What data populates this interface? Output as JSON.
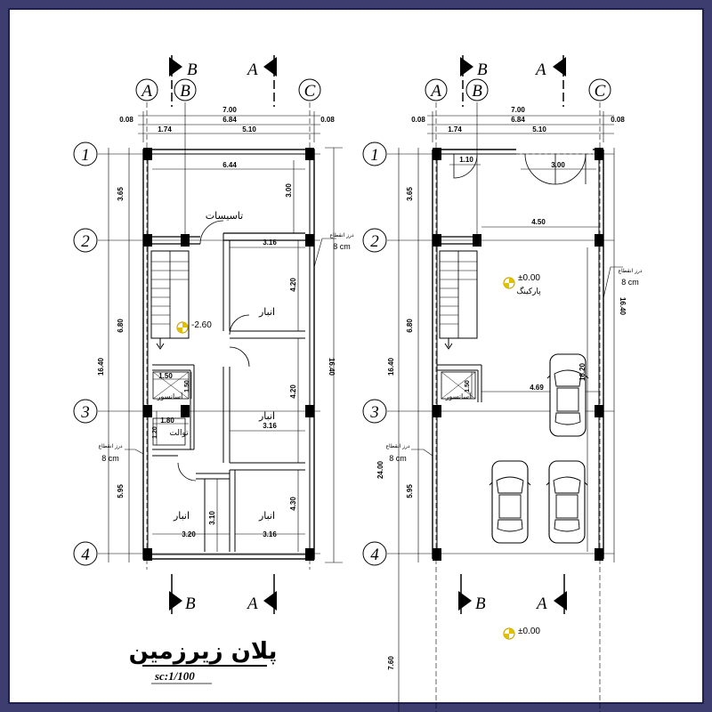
{
  "colors": {
    "border": "#3d3d70",
    "sheet": "#ffffff",
    "line": "#000000"
  },
  "grid_cols": [
    "A",
    "B",
    "C"
  ],
  "grid_rows": [
    "1",
    "2",
    "3",
    "4"
  ],
  "section_marks": {
    "a": "A",
    "b": "B"
  },
  "dims": {
    "overall_width": "7.00",
    "inner_width": "6.84",
    "wall_left": "0.08",
    "wall_right": "0.08",
    "span_ab": "1.74",
    "span_bc": "5.10",
    "row_12": "3.65",
    "row_23": "6.80",
    "row_34": "5.95",
    "total_depth": "16.40",
    "total_site": "24.00",
    "front_yard": "7.60"
  },
  "left_plan": {
    "dim_top_room": "6.44",
    "dim_3_00": "3.00",
    "dim_3_16_a": "3.16",
    "dim_4_20_a": "4.20",
    "dim_4_20_b": "4.20",
    "dim_3_16_b": "3.16",
    "dim_4_30": "4.30",
    "dim_3_10": "3.10",
    "dim_3_20": "3.20",
    "dim_3_16_c": "3.16",
    "dim_16_40": "16.40",
    "dim_1_50": "1.50",
    "dim_1_80": "1.80",
    "dim_1_20": "1.20",
    "dim_1_50_v": "1.50",
    "facilities": "تاسیسات",
    "storage_1": "انبار",
    "storage_2": "انبار",
    "storage_3": "انبار",
    "storage_4": "انبار",
    "elevator": "آسانسور",
    "toilet": "توالت",
    "level": "-2.60",
    "joint_label": "درز انقطاع",
    "joint_value": "8 cm",
    "joint_label_2": "درز انقطاع",
    "joint_value_2": "8 cm"
  },
  "right_plan": {
    "dim_1_10": "1.10",
    "dim_3_00": "3.00",
    "dim_4_50": "4.50",
    "dim_4_69": "4.69",
    "dim_16_20": "16.20",
    "dim_1_50": "1.50",
    "dim_16_40": "16.40",
    "parking": "پارکینگ",
    "level": "±0.00",
    "level_yard": "±0.00",
    "elevator": "آسانسور",
    "joint_label": "درز انقطاع",
    "joint_value": "8 cm",
    "joint_label_2": "درز انقطاع",
    "joint_value_2": "8 cm"
  },
  "title_block": {
    "title": "پلان   زیرزمین",
    "scale": "sc:1/100"
  }
}
